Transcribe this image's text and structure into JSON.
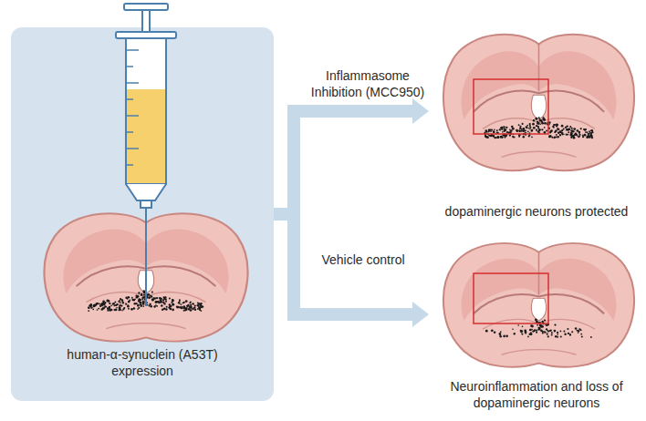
{
  "diagram": {
    "nodes": [
      {
        "text": [
          "human-α-synuclein (A53T) expression"
        ]
      },
      {
        "text": [
          "dopaminergic neurons protected"
        ]
      },
      {
        "text": [
          "Neuroinflammation and loss of dopaminergic neurons"
        ]
      }
    ],
    "edges": [
      {
        "from": 0,
        "to": 1,
        "arrow": "to",
        "label": "Inflammasome Inhibition (MCC950)"
      },
      {
        "from": 0,
        "to": 2,
        "arrow": "to",
        "label": "Vehicle control"
      }
    ]
  }
}
